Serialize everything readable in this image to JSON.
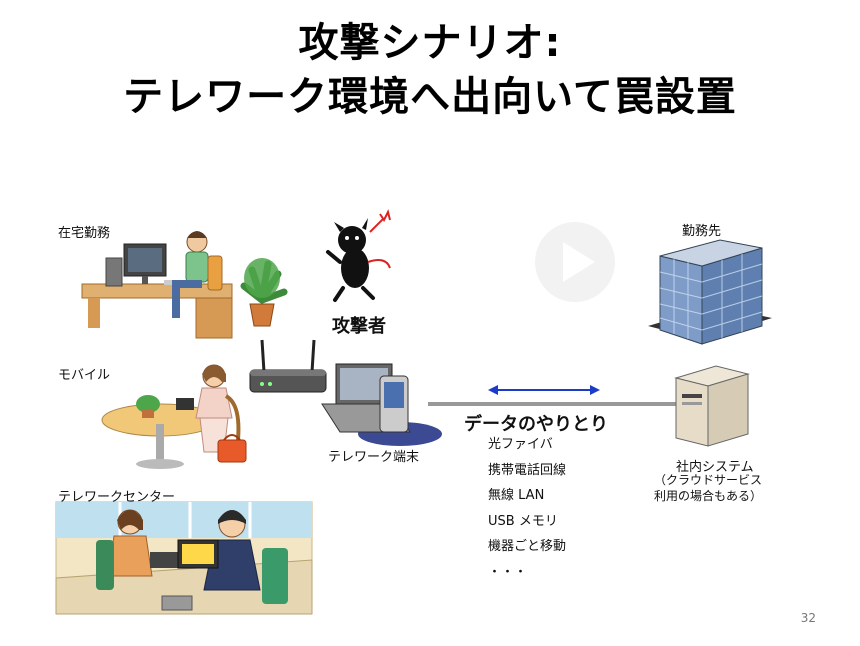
{
  "slide": {
    "title_line1": "攻撃シナリオ:",
    "title_line2": "テレワーク環境へ出向いて罠設置",
    "page_number": "32"
  },
  "diagram": {
    "home_label": "在宅勤務",
    "mobile_label": "モバイル",
    "center_label": "テレワークセンター",
    "attacker_label": "攻撃者",
    "terminal_label": "テレワーク端末",
    "office_label": "勤務先",
    "system_label": "社内システム",
    "system_note": "（クラウドサービス\n利用の場合もある）",
    "data_exchange_title": "データのやりとり",
    "data_exchange_items": [
      "光ファイバ",
      "携帯電話回線",
      "無線 LAN",
      "USB メモリ",
      "機器ごと移動",
      "・・・"
    ]
  },
  "colors": {
    "arrow": "#1a3cc8",
    "link_line": "#999999",
    "building_glass": "#6f8fc0"
  }
}
